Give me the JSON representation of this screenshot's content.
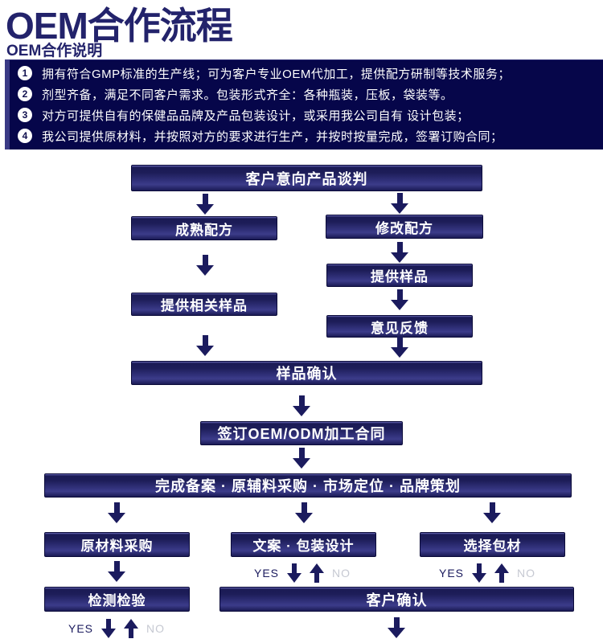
{
  "page": {
    "title": "OEM合作流程",
    "subtitle": "OEM合作说明"
  },
  "intro": {
    "items": [
      {
        "num": "1",
        "text": "拥有符合GMP标准的生产线；可为客户专业OEM代加工，提供配方研制等技术服务；"
      },
      {
        "num": "2",
        "text": "剂型齐备，满足不同客户需求。包装形式齐全：各种瓶装，压板，袋装等。"
      },
      {
        "num": "3",
        "text": "对方可提供自有的保健品品牌及产品包装设计，或采用我公司自有 设计包装；"
      },
      {
        "num": "4",
        "text": "我公司提供原材料，并按照对方的要求进行生产，并按时按量完成，签署订购合同；"
      }
    ]
  },
  "flow": {
    "nodes": {
      "negotiation": "客户意向产品谈判",
      "mature_formula": "成熟配方",
      "modify_formula": "修改配方",
      "provide_samples": "提供样品",
      "provide_related_samples": "提供相关样品",
      "feedback": "意见反馈",
      "sample_confirm": "样品确认",
      "sign_contract": "签订OEM/ODM加工合同",
      "filing_procurement": "完成备案 · 原辅料采购 · 市场定位 · 品牌策划",
      "raw_material_purchase": "原材料采购",
      "copy_packaging_design": "文案 · 包装设计",
      "choose_packaging": "选择包材",
      "inspection": "检测检验",
      "customer_confirm": "客户确认"
    },
    "labels": {
      "yes": "YES",
      "no": "NO"
    }
  },
  "colors": {
    "navy": "#1b1b5e",
    "panel_background": "#06064a",
    "node_mid_blue": "#32327c",
    "no_label_gray": "#c6c9d2"
  }
}
